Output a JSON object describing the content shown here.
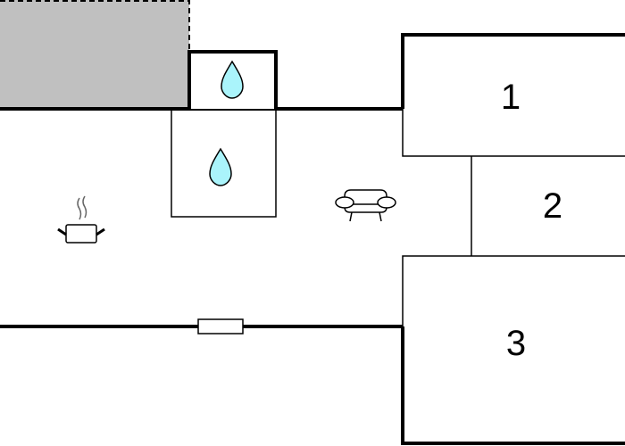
{
  "plan": {
    "rooms": [
      {
        "id": "room-1",
        "label": "1"
      },
      {
        "id": "room-2",
        "label": "2"
      },
      {
        "id": "room-3",
        "label": "3"
      }
    ],
    "icons": [
      "water-drop-icon",
      "water-drop-icon",
      "sofa-icon",
      "cooking-pot-icon",
      "window-icon"
    ],
    "colors": {
      "shaded_area": "#c0c0c0",
      "water": "#aaf4fb",
      "wall": "#000000"
    }
  }
}
